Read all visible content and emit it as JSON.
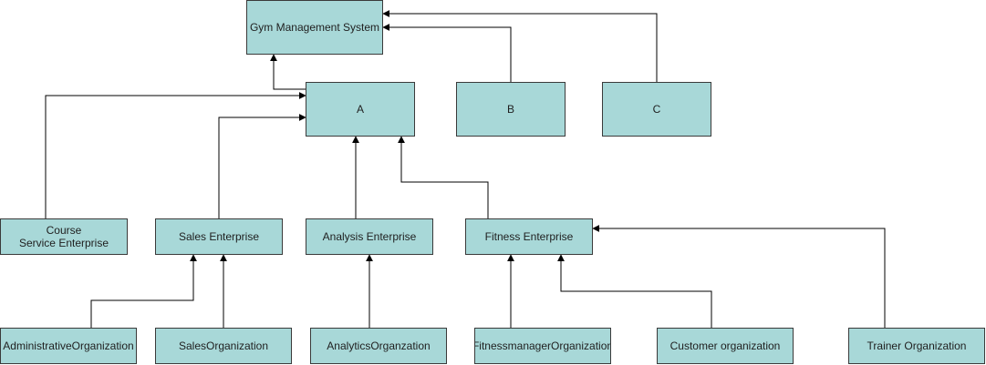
{
  "colors": {
    "node_fill": "#a8d8d8",
    "node_border": "#3a3a3a",
    "edge": "#000000",
    "text": "#1f1f1f"
  },
  "nodes": {
    "gym": "Gym Management System",
    "a": "A",
    "b": "B",
    "c": "C",
    "course_enterprise": "Course\nService  Enterprise",
    "sales_enterprise": "Sales Enterprise",
    "analysis_enterprise": "Analysis Enterprise",
    "fitness_enterprise": "Fitness Enterprise",
    "administrative_org": "AdministrativeOrganization",
    "sales_org": "SalesOrganization",
    "analytics_org": "AnalyticsOrganzation",
    "fitnessmanager_org": "FitnessmanagerOrganization",
    "customer_org": "Customer organization",
    "trainer_org": "Trainer Organization"
  },
  "edges": [
    {
      "from": "a",
      "to": "gym"
    },
    {
      "from": "b",
      "to": "gym"
    },
    {
      "from": "c",
      "to": "gym"
    },
    {
      "from": "course_enterprise",
      "to": "a"
    },
    {
      "from": "sales_enterprise",
      "to": "a"
    },
    {
      "from": "analysis_enterprise",
      "to": "a"
    },
    {
      "from": "fitness_enterprise",
      "to": "a"
    },
    {
      "from": "administrative_org",
      "to": "sales_enterprise"
    },
    {
      "from": "sales_org",
      "to": "sales_enterprise"
    },
    {
      "from": "analytics_org",
      "to": "analysis_enterprise"
    },
    {
      "from": "fitnessmanager_org",
      "to": "fitness_enterprise"
    },
    {
      "from": "customer_org",
      "to": "fitness_enterprise"
    },
    {
      "from": "trainer_org",
      "to": "fitness_enterprise"
    }
  ]
}
